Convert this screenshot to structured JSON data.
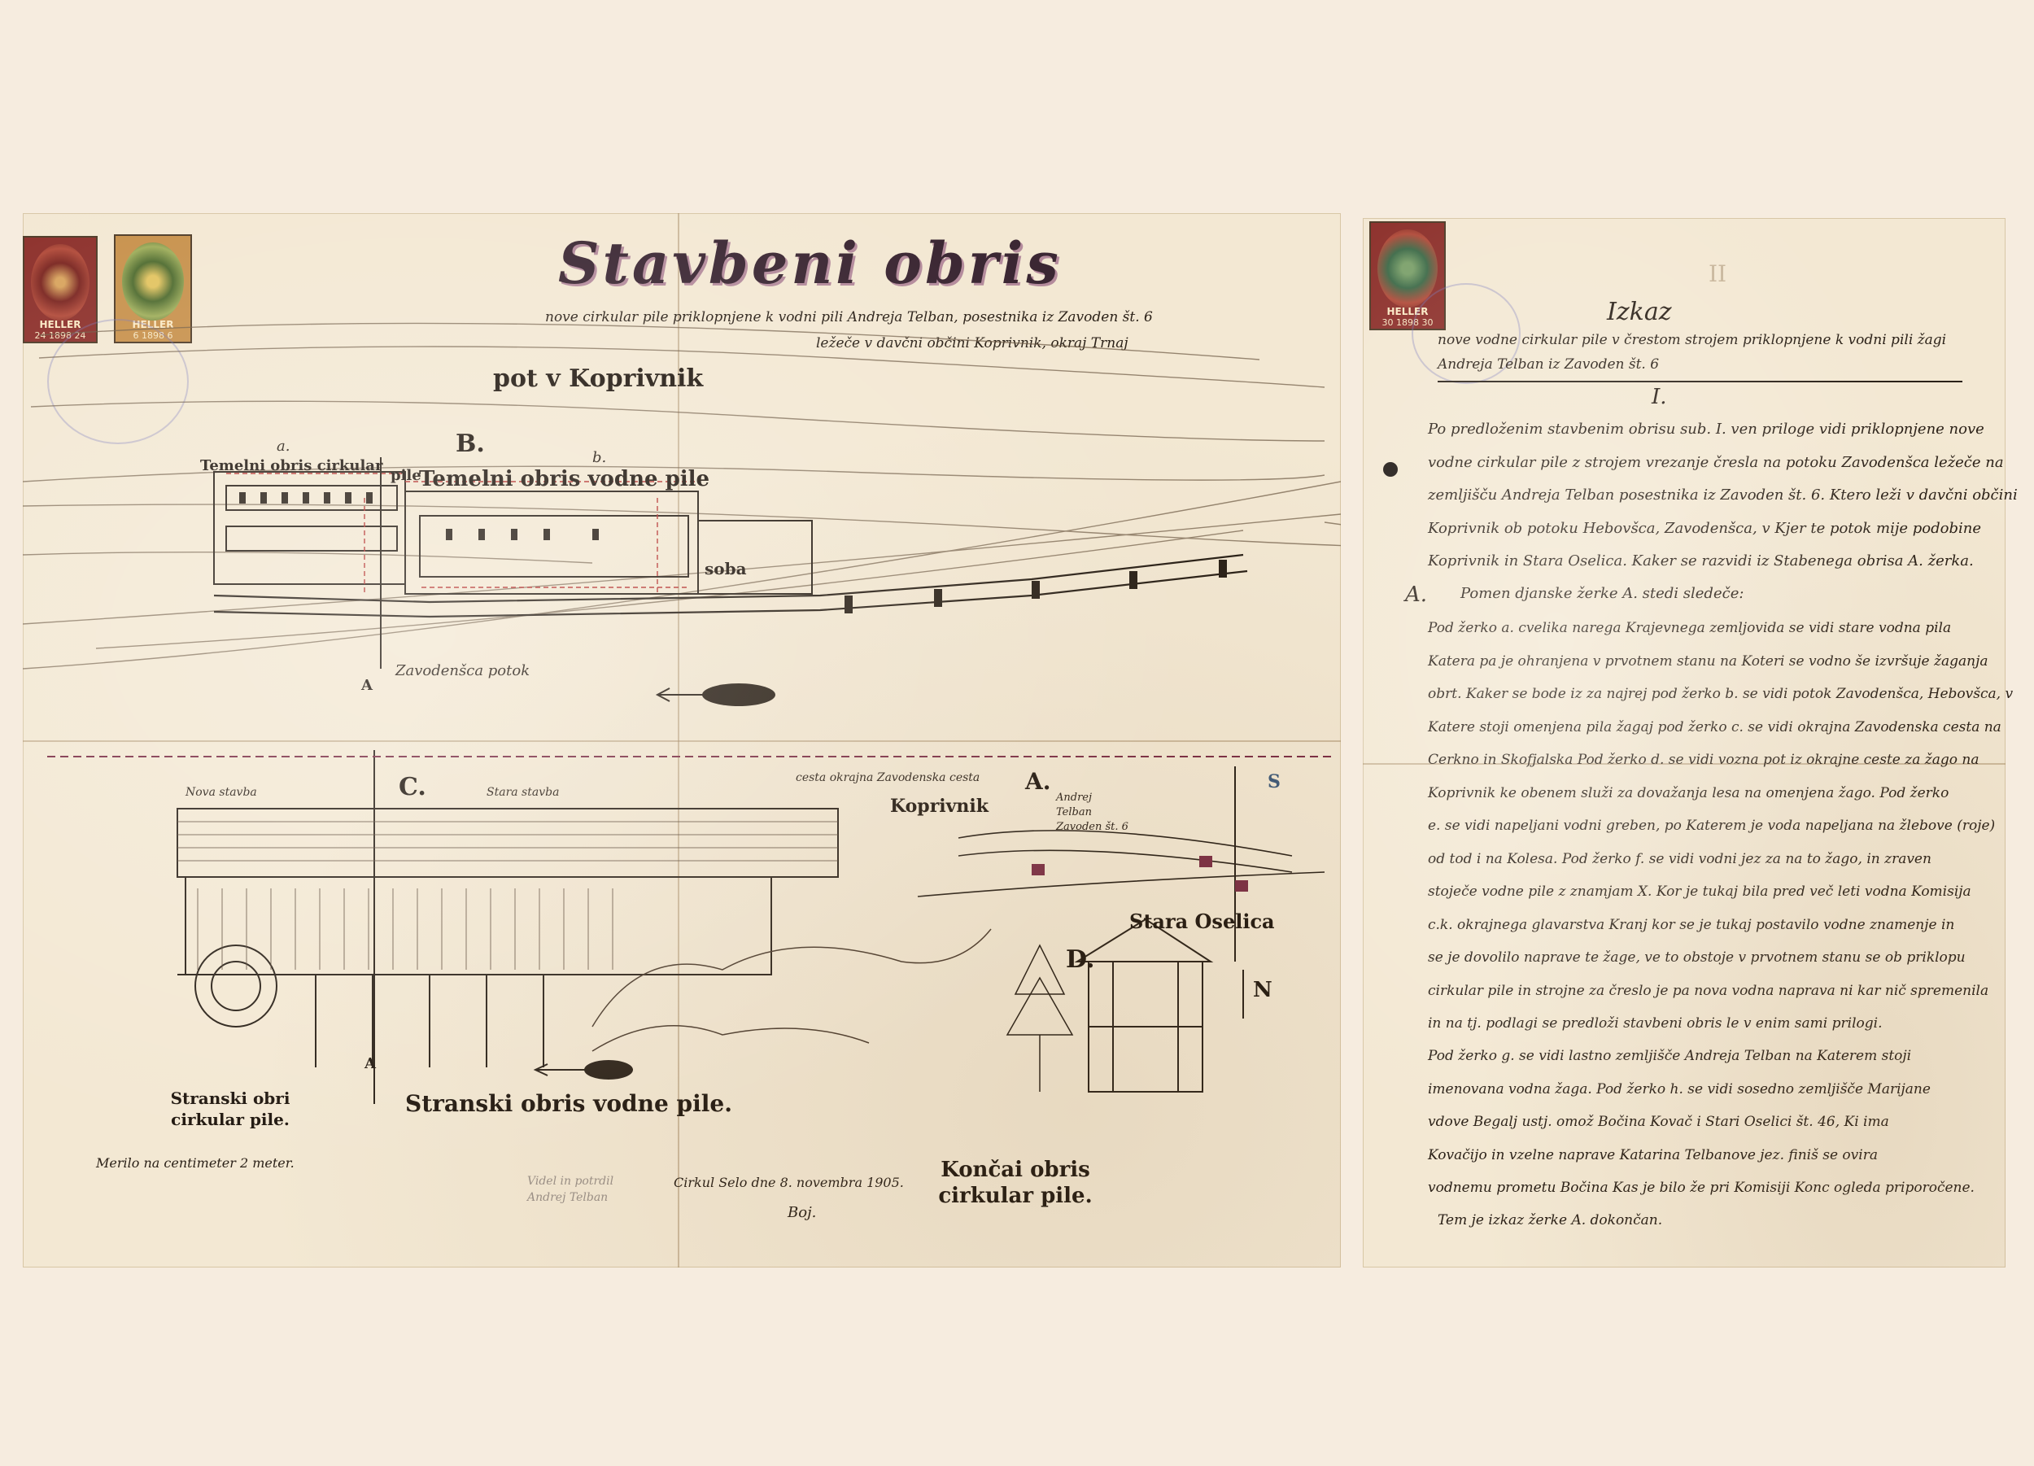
{
  "colors": {
    "background": "#f6ecdf",
    "paper": "#f3e8d3",
    "ink": "#2a2118",
    "stamp_red": "#8c2f2a",
    "stamp_green": "#4d6a2e",
    "sketch_red": "#b5322f",
    "title_shadow": "#b48b9c"
  },
  "left_sheet": {
    "title": "Stavbeni obris",
    "subtitle_line1": "nove cirkular pile priklopnjene k vodni pili Andreja Telban, posestnika iz Zavoden št. 6",
    "subtitle_line2": "ležeče v davčni občini Koprivnik, okraj Trnaj",
    "stamps": [
      {
        "value": "24",
        "label": "HELLER",
        "print": "24 1898 24",
        "color": "#8c2f2a"
      },
      {
        "value": "6",
        "label": "HELLER",
        "print": "6 1898 6",
        "color": "#4d6a2e"
      }
    ],
    "road_label": "pot v Koprivnik",
    "section_B": {
      "letter": "B.",
      "title_a": "Temelni obris cirkular",
      "title_b": "pile",
      "title_c": "Temelni obris vodne pile",
      "marker_a": "a.",
      "marker_b": "b.",
      "room_label": "soba",
      "stream_label": "Zavodenšca potok",
      "axis_label": "A"
    },
    "section_C": {
      "letter": "C.",
      "note_new": "Nova stavba",
      "note_old": "Stara stavba",
      "side_circ": "Stranski obri cirkular pile.",
      "side_water": "Stranski obris vodne pile.",
      "axis_label": "A"
    },
    "section_A": {
      "letter": "A.",
      "koprivnik": "Koprivnik",
      "owner_note": "Andrej Telban Zavoden št. 6",
      "road_note": "cesta okrajna Zavodenska cesta",
      "stara_oselica": "Stara Oselica",
      "north": "N",
      "south": "S"
    },
    "section_D": {
      "letter": "D.",
      "title": "Končai obris cirkular pile."
    },
    "scale_note": "Merilo na centimeter 2 meter.",
    "signature_note": "Videl in potrdil Andrej Telban",
    "place_date": "Cirkul Selo dne 8. novembra 1905.",
    "signature": "Boj."
  },
  "right_sheet": {
    "stamp": {
      "value": "30",
      "label": "HELLER",
      "print": "30 1898 30",
      "color": "#8c2f2a"
    },
    "heading": "Izkaz",
    "roman_numeral": "II",
    "intro_line1": "nove vodne cirkular pile v črestom strojem priklopnjene k vodni pili žagi",
    "intro_line2": "Andreja Telban iz Zavoden št. 6",
    "section_mark": "I.",
    "margin_mark": "A.",
    "paragraphs": [
      "Po predloženim stavbenim obrisu sub. I. ven priloge vidi priklopnjene nove\nvodne cirkular pile z strojem vrezanje čresla na potoku Zavodenšca ležeče na\nzemljišču Andreja Telban posestnika iz Zavoden št. 6. Ktero leži v davčni občini\nKoprivnik ob potoku Hebovšca, Zavodenšca, v Kjer te potok mije podobine\nKoprivnik in Stara Oselica. Kaker se razvidi iz Stabenega obrisa A. žerka.",
      "Pomen djanske žerke A. stedi sledeče:",
      "Pod žerko a. cvelika narega Krajevnega zemljovida se vidi stare vodna pila\nKatera pa je ohranjena v prvotnem stanu na Koteri se vodno še izvršuje žaganja\nobrt. Kaker se bode iz za najrej pod žerko b. se vidi potok Zavodenšca, Hebovšca, v\nKatere stoji omenjena pila žagaj pod žerko c. se vidi okrajna Zavodenska cesta na\nCerkno in Skofjalska Pod žerko d. se vidi vozna pot iz okrajne ceste za žago na\nKoprivnik ke obenem služi za dovažanja lesa na omenjena žago. Pod žerko\ne. se vidi napeljani vodni greben, po Katerem je voda napeljana na žlebove (roje)\nod tod i na Kolesa. Pod žerko f. se vidi vodni jez za na to žago, in zraven\nstoječe vodne pile z znamjam X. Kor je tukaj bila pred več leti vodna Komisija\nc.k. okrajnega glavarstva Kranj kor se je tukaj postavilo vodne znamenje in\nse je dovolilo naprave te žage, ve to obstoje v prvotnem stanu se ob priklopu\ncirkular pile in strojne za čreslo je pa nova vodna naprava ni kar nič spremenila\nin na tj. podlagi se predloži stavbeni obris le v enim sami prilogi.",
      "Pod žerko g. se vidi lastno zemljišče Andreja Telban na Katerem stoji\nimenovana vodna žaga. Pod žerko h. se vidi sosedno zemljišče Marijane\nvdove Begalj ustj. omož Bočina Kovač i Stari Oselici št. 46, Ki ima\nKovačijo in vzelne naprave Katarina Telbanove jez. finiš se ovira\nvodnemu prometu Bočina Kas je bilo že pri Komisiji Konc ogleda priporočene.",
      "Tem je izkaz žerke A. dokončan."
    ]
  }
}
